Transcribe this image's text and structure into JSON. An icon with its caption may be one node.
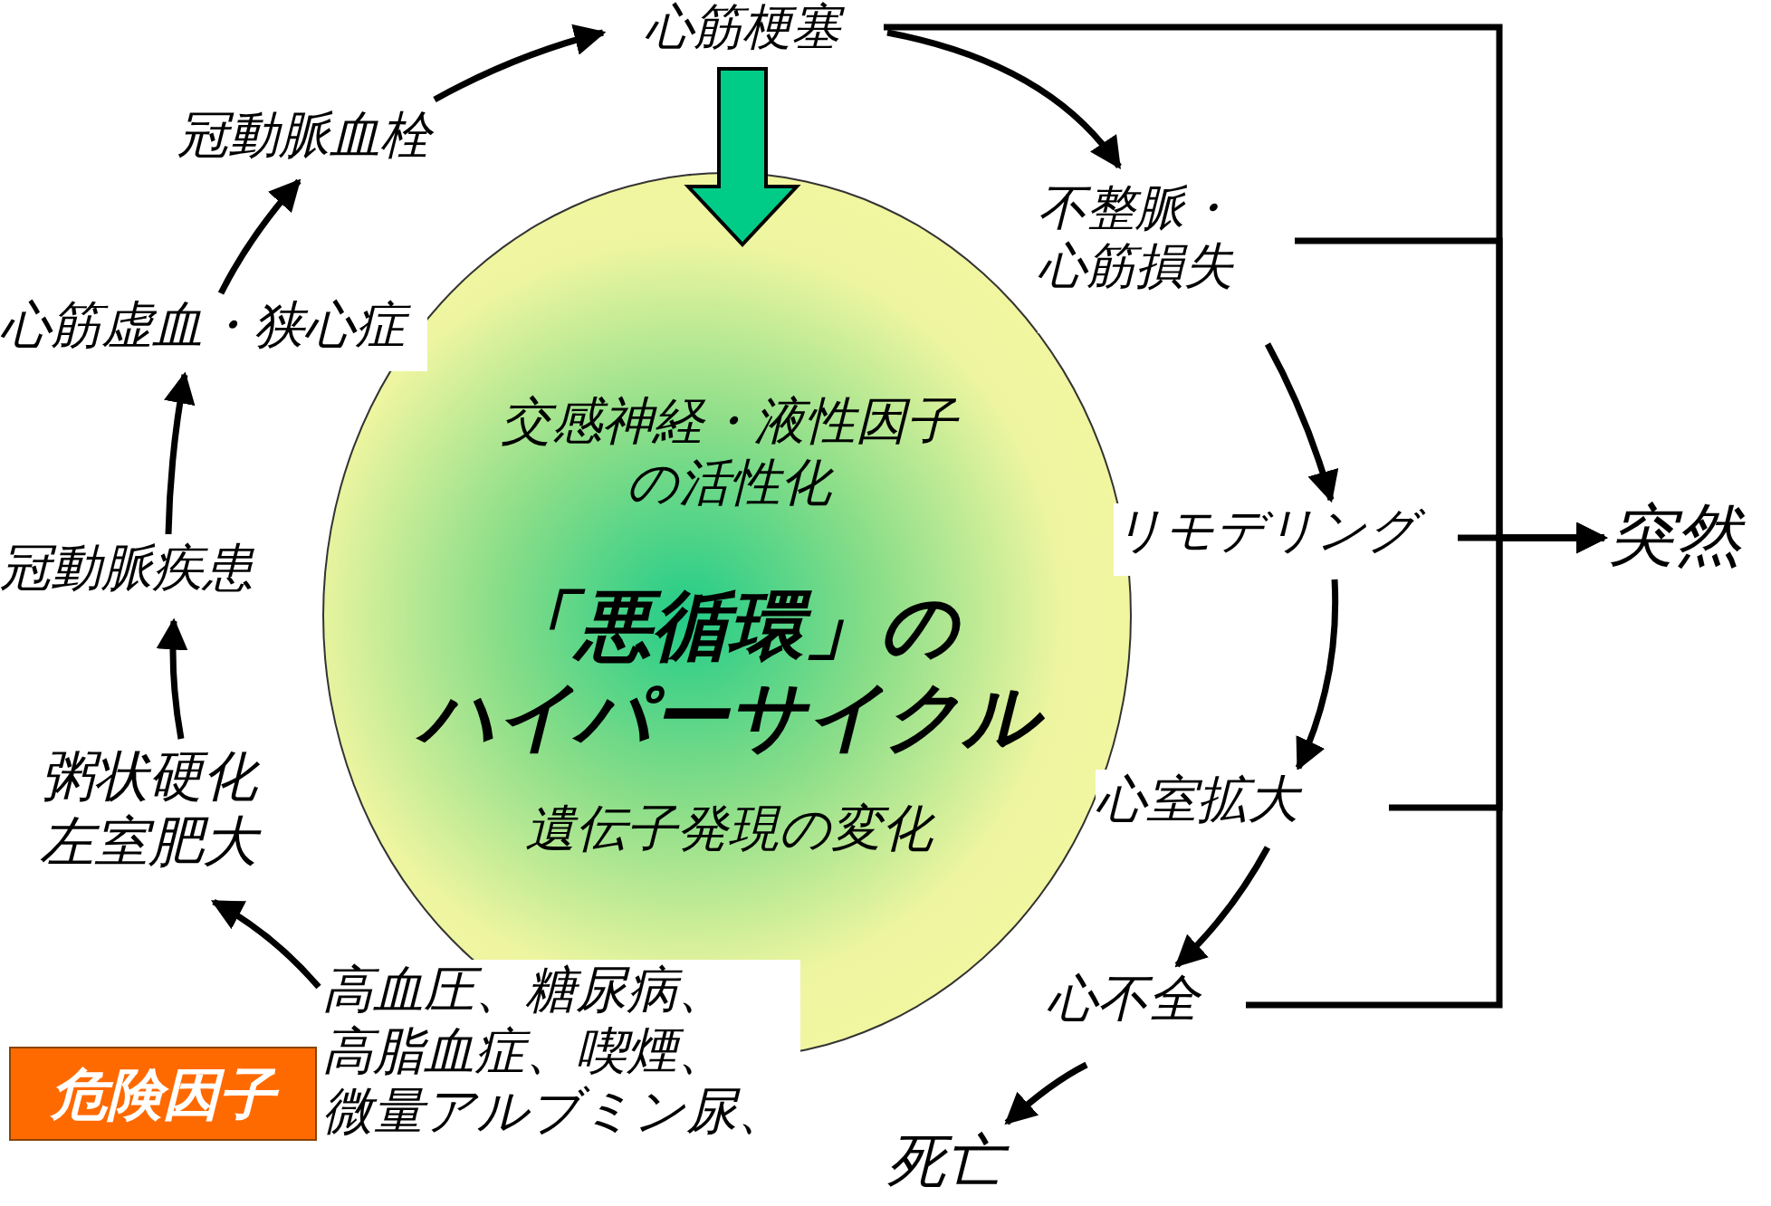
{
  "diagram": {
    "nodes": [
      {
        "text": [
          "心筋梗塞"
        ]
      },
      {
        "text": [
          "不整脈・心筋損失"
        ]
      },
      {
        "text": [
          "リモデリング"
        ]
      },
      {
        "text": [
          "心室拡大"
        ]
      },
      {
        "text": [
          "心不全"
        ]
      },
      {
        "text": [
          "死亡"
        ]
      },
      {
        "text": [
          "突然"
        ]
      },
      {
        "text": [
          "交感神経・液性因子の活性化",
          "「悪循環」のハイパーサイクル",
          "遺伝子発現の変化"
        ]
      },
      {
        "text": [
          "危険因子"
        ]
      },
      {
        "text": [
          "高血圧、糖尿病、高脂血症、喫煙、微量アルブミン尿、"
        ]
      },
      {
        "text": [
          "粥状硬化左室肥大"
        ]
      },
      {
        "text": [
          "冠動脈疾患"
        ]
      },
      {
        "text": [
          "心筋虚血・狭心症"
        ]
      },
      {
        "text": [
          "冠動脈血栓"
        ]
      }
    ],
    "edges": [
      {
        "from": 13,
        "to": 0,
        "arrow": "to"
      },
      {
        "from": 0,
        "to": 1,
        "arrow": "to"
      },
      {
        "from": 1,
        "to": 2,
        "arrow": "to"
      },
      {
        "from": 2,
        "to": 3,
        "arrow": "to"
      },
      {
        "from": 3,
        "to": 4,
        "arrow": "to"
      },
      {
        "from": 4,
        "to": 5,
        "arrow": "to"
      },
      {
        "from": 9,
        "to": 10,
        "arrow": "to"
      },
      {
        "from": 10,
        "to": 11,
        "arrow": "to"
      },
      {
        "from": 11,
        "to": 12,
        "arrow": "to"
      },
      {
        "from": 12,
        "to": 13,
        "arrow": "to"
      },
      {
        "from": 0,
        "to": 7,
        "arrow": "to",
        "style": "thick",
        "color": "#00cc88"
      },
      {
        "from": 0,
        "to": 6,
        "arrow": "to"
      },
      {
        "from": 1,
        "to": 6,
        "arrow": "to"
      },
      {
        "from": 2,
        "to": 6,
        "arrow": "to"
      },
      {
        "from": 3,
        "to": 6,
        "arrow": "to"
      },
      {
        "from": 4,
        "to": 6,
        "arrow": "to"
      }
    ]
  }
}
